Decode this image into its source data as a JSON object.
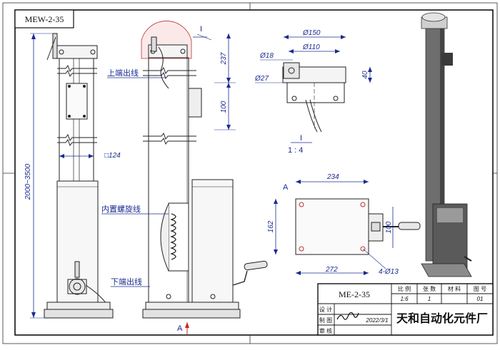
{
  "drawing": {
    "code_tag": "MEW-2-35",
    "section_mark": "I",
    "section_title": "I",
    "section_scale": "1 : 4",
    "view_a_mark": "A",
    "view_a_arrow": "A"
  },
  "dimensions": {
    "height_range": "2000~3500",
    "tube_size": "□124",
    "top_237": "237",
    "mid_100": "100",
    "d150": "Ø150",
    "d110": "Ø110",
    "d18": "Ø18",
    "d27": "Ø27",
    "h40": "40",
    "w234": "234",
    "h162": "162",
    "h100": "100",
    "w272": "272",
    "holes": "4-Ø13"
  },
  "labels": {
    "top_outlet": "上端出线",
    "spiral_cable": "内置螺旋线",
    "bottom_outlet": "下端出线"
  },
  "title_block": {
    "model": "ME-2-35",
    "col_scale": "比 例",
    "col_sheets": "张 数",
    "col_material": "材 料",
    "col_drawing_no": "图 号",
    "val_scale": "1:6",
    "val_sheets": "1",
    "val_material": "",
    "val_drawing_no": "01",
    "row_design": "设 计",
    "row_drawn": "制 图",
    "row_review": "审 核",
    "date": "2022/3/1",
    "company": "天和自动化元件厂"
  }
}
